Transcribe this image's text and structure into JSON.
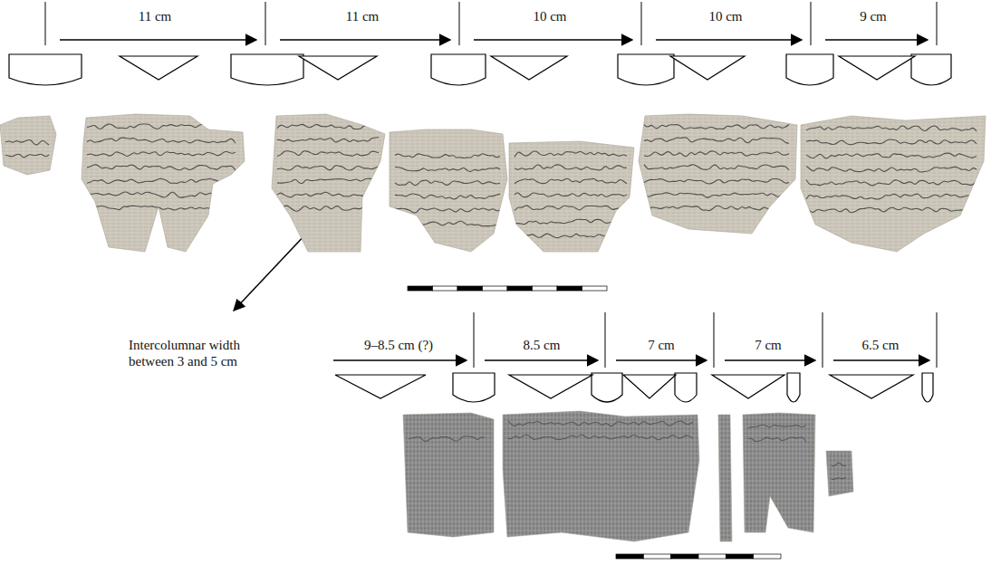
{
  "diagram": {
    "labels": [
      "11 cm",
      "11 cm",
      "10 cm",
      "10 cm",
      "9 cm",
      "Intercolumnar width between 3 and 5 cm",
      "9–8.5 cm (?)",
      "8.5 cm",
      "7 cm",
      "7 cm",
      "6.5 cm"
    ]
  }
}
